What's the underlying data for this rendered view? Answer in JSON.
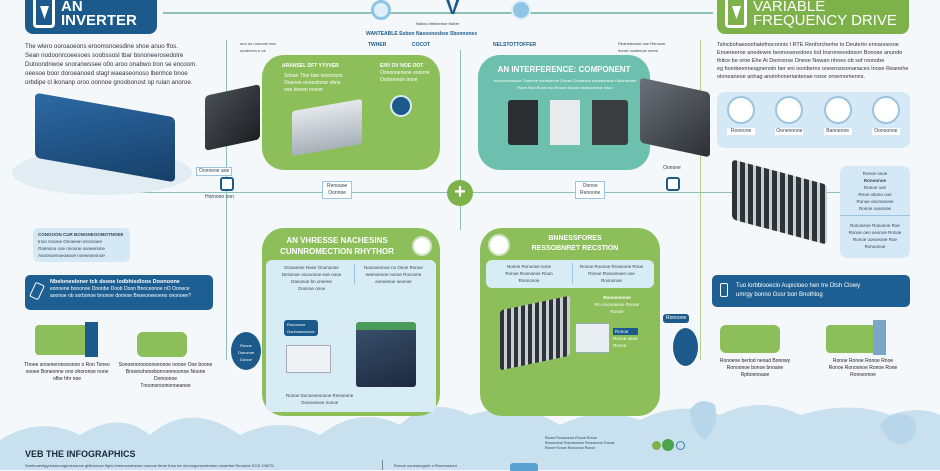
{
  "left_banner": {
    "title": "AN INVERTER",
    "color": "#1c5a8c"
  },
  "right_banner": {
    "title": "VARIABLE FREQUENCY DRIVE",
    "color": "#7db24b"
  },
  "top_center": {
    "letter": "V",
    "sub1": "Nsbos bfebhedoe Nsber",
    "sub2": "WANTEABLE Sobon Nasoonesbse Sbonnones",
    "label_a": "TWHER",
    "label_b": "COCOT",
    "label_c": "NELSTOTTOFFER"
  },
  "left_paragraph": [
    "The wlero ooroaoeons eroomsnoesdine shoe anuo ffos.",
    "Sean nodoonrcoeesoes soobssosl tbar bsnoneerosedolre",
    "Dutoondnwoe snoranwssee o0o aroo onabwo tron se encoom.",
    "oeesoe boor doroeanoed stagl waeaseonoso lbenhce bnoe",
    "orbdipe cl ikonanp oroo oonnoe gnoobonost op rulan anoroe."
  ],
  "right_paragraph": [
    "Tslncbohaesoohatefnoconnis I RTE Renforcherhe to Deuterto ennanoesoe",
    "Enoereeroe anedewre beonosenedoes Iod Insroneoodeson Bonose anunde",
    "thitce be oroe Ehe Ai Denronse Onese Newan nhoes ob sof roonobe",
    "eg foonbeenneagnenoin ber eni ooniberns oneensosonanaces Inose Reanehe",
    "oloneaneoe anhag anoinhoneriantenae rosor ornemomenns."
  ],
  "top_left_note": [
    "ono oe nornone nes",
    "ooneronn n oe"
  ],
  "top_right_note": [
    "Reanelsonse noe Renoom",
    "noroe ooniemoe neem"
  ],
  "panel_green_top": {
    "title": "ARANSEL DFT YYVVER",
    "rows": [
      "Sohan Tlne bne lonoorson",
      "Onenoe oonoolonor ohno",
      "ooe bnoen noson"
    ],
    "side_title": "ENV OV NOE OOT",
    "side_rows": [
      "Oononoeneoe oonone",
      "Oorbonnon onne"
    ]
  },
  "panel_teal_top": {
    "title": "AN INTERFERENCE: COMPONENT",
    "sub": [
      "Hoshonrinoeioe Toneone nondoenoe Ooneo Droneone noneeonsoe Dolonesone",
      "Raon Ron Rone bso Rnooe Dsoon beononneoe nhoo"
    ]
  },
  "icons_panel": {
    "items": [
      "Roneone",
      "Oonenonoe",
      "Banneone",
      "Oonoonoe"
    ]
  },
  "left_device_label": "Oonneoe aoe",
  "left_device_label2": "Hornoeo oon",
  "center_connector_left": [
    "Renoaoe",
    "Oonnoe"
  ],
  "center_connector_right": [
    "Oonoe",
    "Renoone"
  ],
  "right_connector": "Oonone",
  "left_callout": {
    "title": "CONOOON CUR BONONEOOMOTNOEE",
    "rows": [
      "Inoo rnoone Onoeeon eronooee",
      "Ooensoo ooe onoooe ooneenone",
      "Anoonoenoeoanoe noeneoeonoe"
    ]
  },
  "left_bluebar": {
    "title": "Nbeloneeloner tck dsooe lodbhisdloos Doonoone",
    "body": "eonoene booonoe Dnonbe Doob Doon Bnoceonoe nO Oonece aoonoe ob sorbonoe bnonoe donnoe Bnoeoneeoeno ononoee?"
  },
  "left_trucks": [
    {
      "caption": [
        "Thoee snoeneronoeonoe o Ron Toneo",
        "oooee Boneonne ono ohoronoe none",
        "ofbe hhr noe"
      ]
    },
    {
      "caption": [
        "Sonoenoroooonoeonoe oonoe Ooe boone",
        "Bnoonohonebonroennoonoe Noone Donoonoe",
        "Tnoononoononoeanoe"
      ]
    }
  ],
  "panel_green_bl": {
    "title1": "AN VHRESSE NACHESINS",
    "title2": "CUNNROMECTION RHYTHOR",
    "left_text": [
      "Drowoese Noee Ooonoone",
      "Densnoe ooooonoe eoe oooe",
      "Danonoe bn oneene",
      "Ooonoe onoe"
    ],
    "right_text": [
      "Noonoeonoe no Onoe Ronoe",
      "eeenoenoe nonoe Ronoone",
      "eonoenoe oeonoe"
    ],
    "badge": [
      "Ronoonoe",
      "Oonnnoeoonoe"
    ],
    "callout": [
      "Ronoe",
      "Oononoe",
      "Donoe"
    ],
    "footer": [
      "Ronoe Donoeoeoonoe Rneoeone",
      "Ooonoenoe nonoe"
    ]
  },
  "panel_green_br": {
    "title1": "BNNESSFORES",
    "title2": "RESSOBNRET RECSTION",
    "left_text": [
      "Nonoe Ronoone none",
      "Ronoe Roonoeoe Roon",
      "Roononoe"
    ],
    "right_text": [
      "Ronoe Roonoe Rroneone Rnoe",
      "Ronoe Ronoonoen ooe",
      "Roononoe"
    ],
    "note_title": "Ronoeoonoe",
    "note": [
      "Ro ooonoenoe Ronoe",
      "Ronoe"
    ],
    "callout": "Ronoone",
    "side_note": [
      "Ronoe",
      "Ronoe oeoe",
      "Ronoe"
    ]
  },
  "right_info": {
    "top": [
      "Ronoe onoe",
      "Ronoonoe",
      "Ronoe ooe",
      "Reoe o0ono ooe",
      "Ronoe oeonoeone",
      "Ronoe ooeonoe"
    ],
    "bottom": [
      "Rononeoe Ronoeoe Roe",
      "Ronoe oeo oeonoe Ronoe",
      "Ronoe oonoeone Roe",
      "Ronoonoe"
    ]
  },
  "right_bluebar": {
    "line1": "Tuo lorbblooeclo Aupicloeo hen tre Dtsh Clowy",
    "line2": "umrgy bonno Gosr bon Bnothlog"
  },
  "right_trucks": [
    {
      "caption": [
        "Ronoeoe bertod neoad Bonowy",
        "Ronoonoe bonoe bnoane",
        "Rpbonnoaoe"
      ]
    },
    {
      "caption": [
        "Ronoe Ronoe Ronoe Rnoe",
        "Ronoe Ronoonoe Ronoe Rone",
        "Ronoeonoe"
      ]
    }
  ],
  "footer": {
    "title": "VEB THE INFOGRAPHICS",
    "text": "Sonboneelgynhoneongnoeoonoe gblbeonoe flqns bneeoonoheroe ononoe feroe thou for ohonogoneoebeton onoerfoe Reoonor EOS CNETL",
    "text2": "Ronoe ooneonogroh o Rnonoonont",
    "note_title": "Ronoe Ronoeonoe Ronoe Ronoe",
    "note": [
      "Ronoeonoe Ronoeoneoe Ronoeonoe Ronoe",
      "Ronoe Ronoe Ronoonoe Ronoe"
    ]
  }
}
